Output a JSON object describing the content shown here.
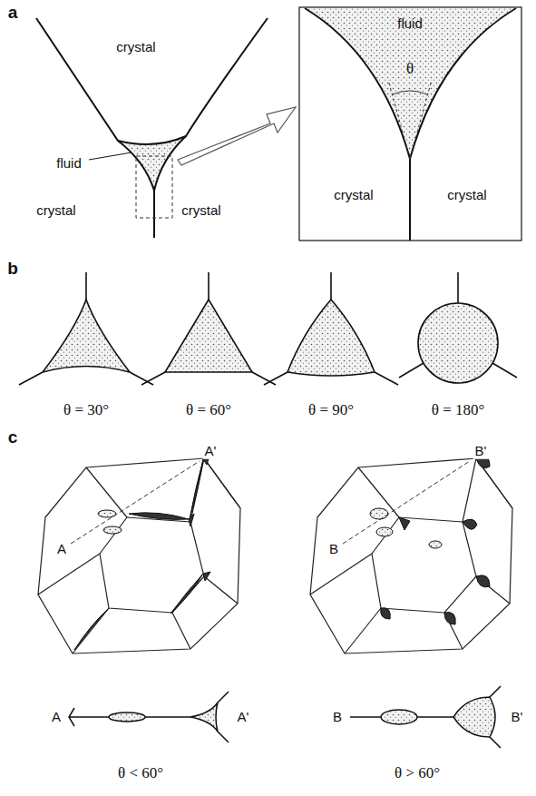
{
  "diagram": {
    "labels": [
      "a",
      "crystal",
      "fluid",
      "crystal",
      "crystal",
      "fluid",
      "θ",
      "crystal",
      "crystal",
      "b",
      "θ = 30°",
      "θ = 60°",
      "θ = 90°",
      "θ = 180°",
      "c",
      "A",
      "A'",
      "B",
      "B'",
      "A",
      "A'",
      "B",
      "B'",
      "θ < 60°",
      "θ > 60°"
    ]
  }
}
